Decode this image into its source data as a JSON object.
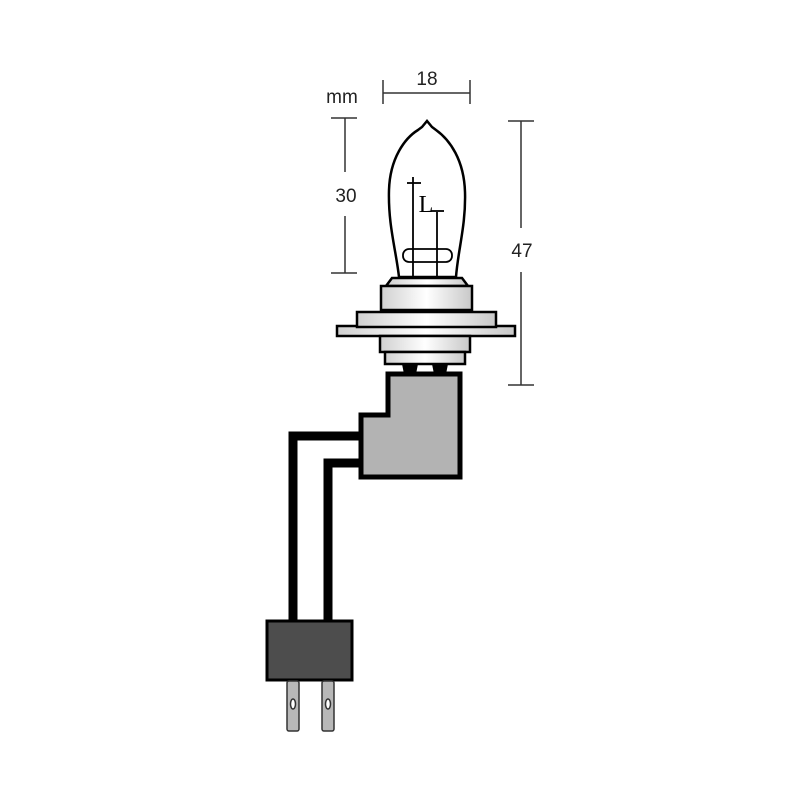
{
  "diagram": {
    "unit_label": "mm",
    "dimensions": {
      "width": "18",
      "glass_height": "30",
      "total_height": "47"
    },
    "filament_label": "L",
    "colors": {
      "line": "#000000",
      "connector": "#b3b3b3",
      "plug": "#4d4d4d",
      "pins": "#b8b8b8",
      "dimension": "#333333"
    }
  }
}
